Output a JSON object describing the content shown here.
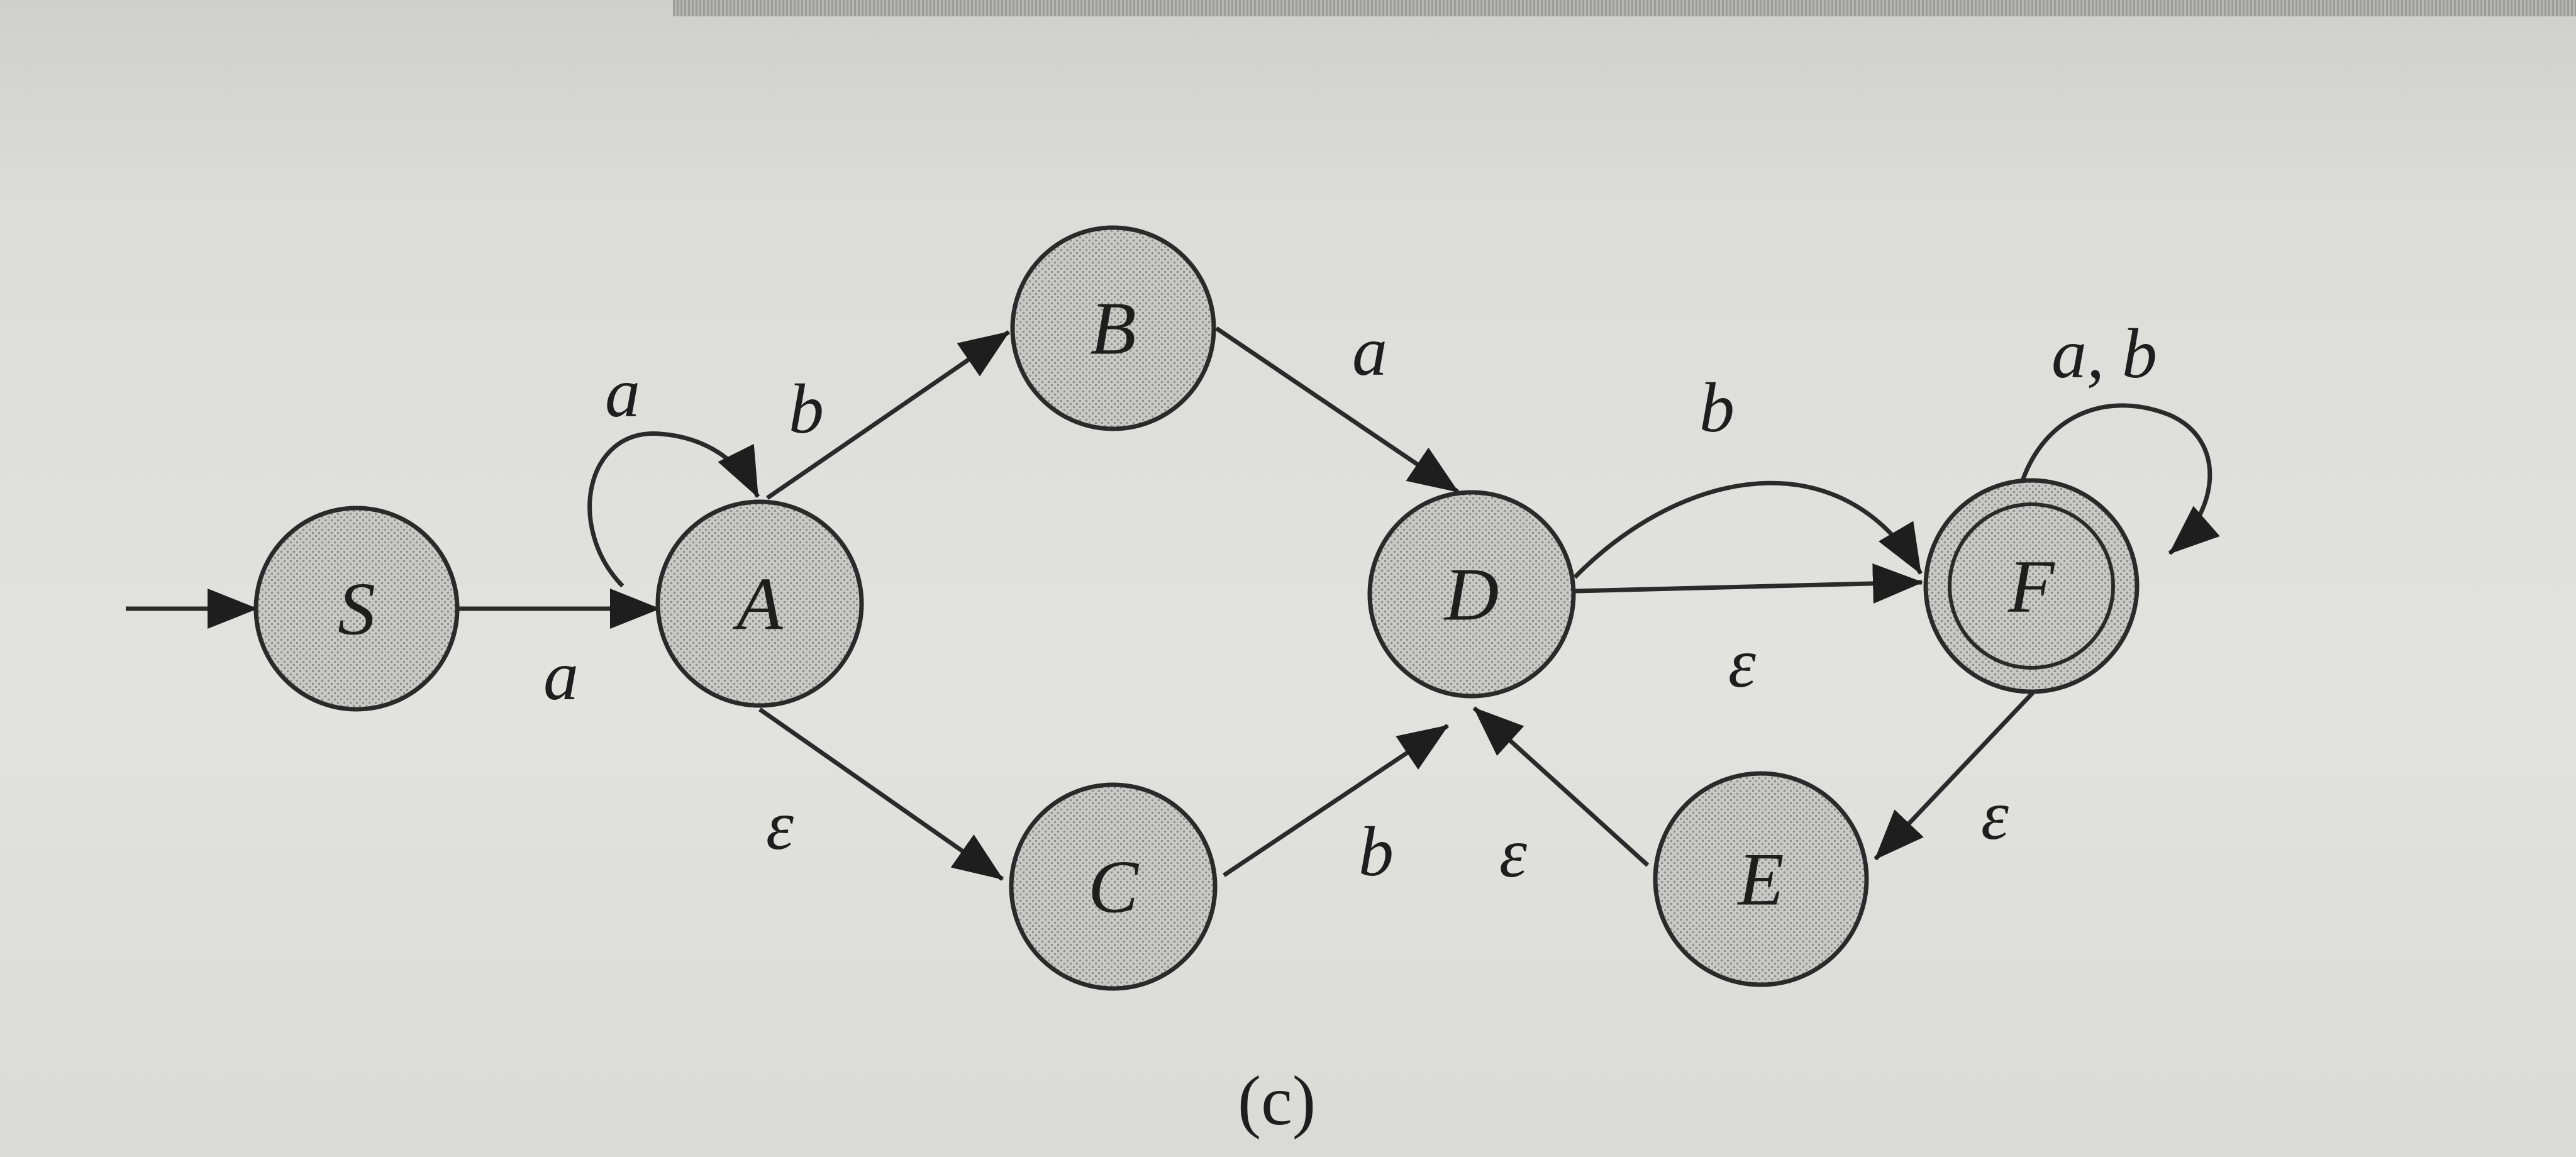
{
  "states": {
    "S": "S",
    "A": "A",
    "B": "B",
    "C": "C",
    "D": "D",
    "E": "E",
    "F": "F"
  },
  "transitions": {
    "a_loop": "a",
    "s_to_a": "a",
    "a_to_b": "b",
    "a_to_c": "ε",
    "b_to_d": "a",
    "c_to_d": "b",
    "e_to_d": "ε",
    "d_to_f_curve": "b",
    "d_to_f_straight": "ε",
    "f_to_e": "ε",
    "f_loop": "a, b"
  },
  "caption": "(c)"
}
